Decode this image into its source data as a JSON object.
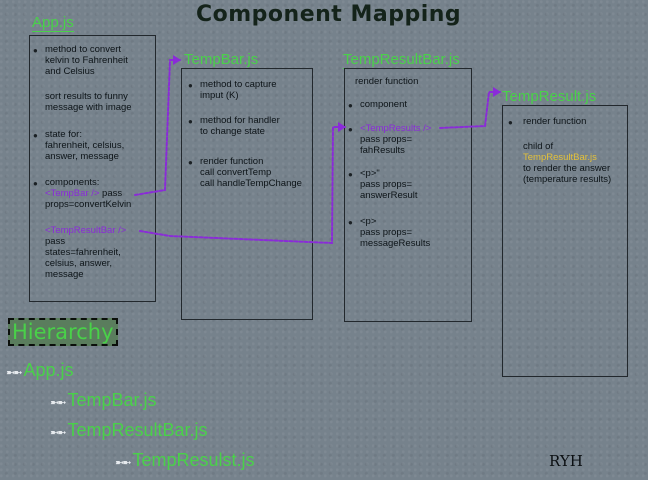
{
  "title": "Component Mapping",
  "colors": {
    "heading_green": "#49d149",
    "connector_purple": "#8a2bd8",
    "box_text": "#0d1418"
  },
  "app": {
    "title": "App.js",
    "method_line1": "method to convert",
    "method_line2": "kelvin to Fahrenheit",
    "method_line3": "and Celsius",
    "sort_line1": "sort results to funny",
    "sort_line2": "message with image",
    "state_line1": "state for:",
    "state_line2": "fahrenheit, celsius,",
    "state_line3": "answer, message",
    "components_label": "components:",
    "tempbar_tag": "<TempBar />",
    "tempbar_pass": " pass",
    "tempbar_props": "props=convertKelvin",
    "resultbar_tag": "<TempResultBar />",
    "resultbar_pass": "pass",
    "resultbar_states1": "states=fahrenheit,",
    "resultbar_states2": "celsius, answer,",
    "resultbar_states3": "message"
  },
  "tempbar": {
    "title": "TempBar.js",
    "capture_line1": "method to capture",
    "capture_line2": "imput (K)",
    "handler_line1": "method for handler",
    "handler_line2": "to change state",
    "render_line1": "render function",
    "render_line2": "call convertTemp",
    "render_line3": "call handleTempChange"
  },
  "resultbar": {
    "title": "TempResultBar.js",
    "render": "render function",
    "component": "component",
    "results_tag": "<TempResults />",
    "results_pass": "pass props=",
    "results_props": "fahResults",
    "p1_tag": "<p>\"",
    "p1_pass": "pass props=",
    "p1_props": "answerResult",
    "p2_tag": "<p>",
    "p2_pass": "pass props=",
    "p2_props": "messageResults"
  },
  "result": {
    "title": "TempResult.js",
    "render": "render function",
    "child_of": "child of",
    "parent": "TempResultBar.js",
    "line3": "to render the answer",
    "line4": "(temperature results)"
  },
  "hierarchy": {
    "title": "Hierarchy",
    "arrow": "➼➼",
    "items": [
      "App.js",
      "TempBar.js",
      "TempResultBar.js",
      "TempResulst.js"
    ]
  },
  "signature": "RYH"
}
